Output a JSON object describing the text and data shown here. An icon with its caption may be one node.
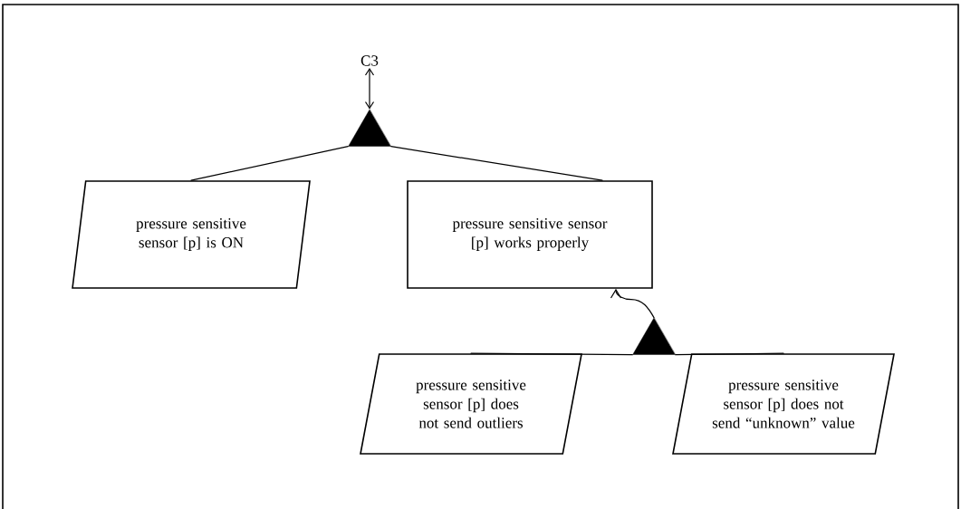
{
  "diagram": {
    "nodes": [
      {
        "text": [
          "C3"
        ]
      },
      {
        "text": [],
        "shape": "triangle"
      },
      {
        "text": [
          "pressure sensitive sensor [p] is ON"
        ]
      },
      {
        "text": [
          "pressure sensitive sensor [p] works properly"
        ]
      },
      {
        "text": [],
        "shape": "triangle"
      },
      {
        "text": [
          "pressure sensitive sensor [p] does not send outliers"
        ]
      },
      {
        "text": [
          "pressure sensitive sensor [p] does not send “unknown” value"
        ]
      }
    ],
    "edges": [
      {
        "from": 0,
        "to": 1,
        "arrow": "both"
      },
      {
        "from": 1,
        "to": 2,
        "arrow": "none"
      },
      {
        "from": 1,
        "to": 3,
        "arrow": "none"
      },
      {
        "from": 4,
        "to": 3,
        "arrow": "to"
      },
      {
        "from": 4,
        "to": 5,
        "arrow": "none"
      },
      {
        "from": 4,
        "to": 6,
        "arrow": "none"
      }
    ]
  }
}
